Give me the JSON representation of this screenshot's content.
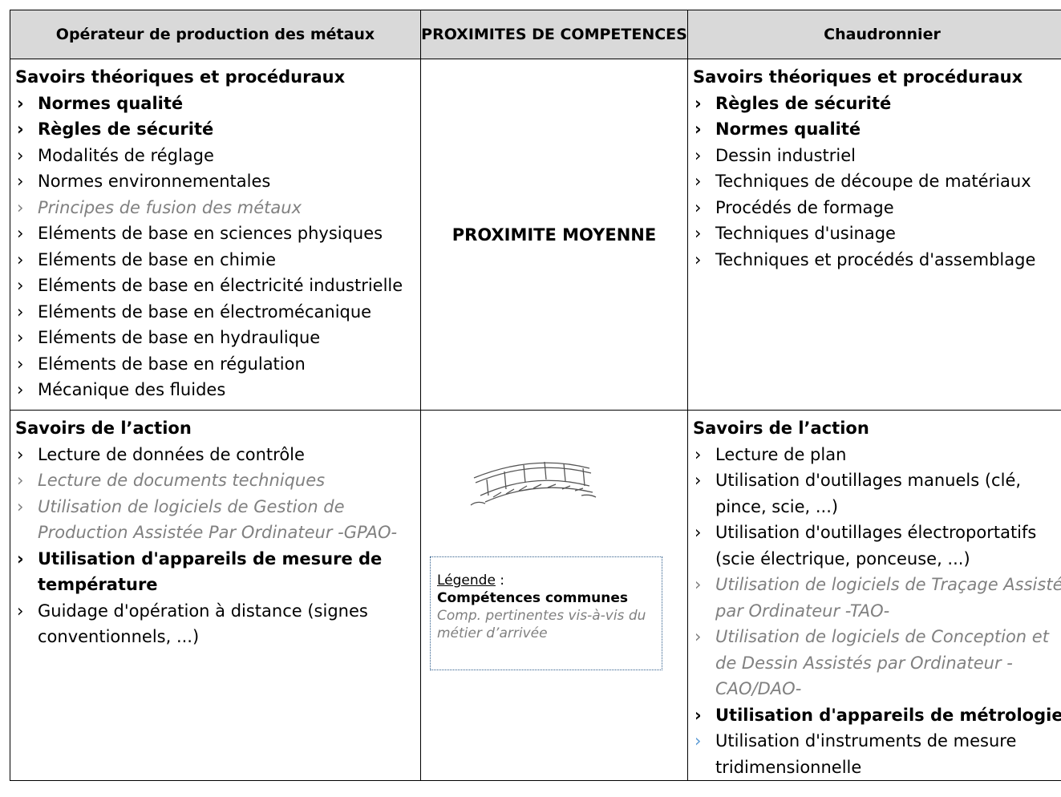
{
  "headers": {
    "left": "Opérateur de production des métaux",
    "middle": "PROXIMITES DE COMPETENCES",
    "right": "Chaudronnier"
  },
  "row1": {
    "left_title": "Savoirs théoriques et procéduraux",
    "left_items": [
      {
        "text": "Normes qualité",
        "style": "bold"
      },
      {
        "text": "Règles de sécurité",
        "style": "bold"
      },
      {
        "text": "Modalités de réglage",
        "style": "normal"
      },
      {
        "text": "Normes environnementales",
        "style": "normal"
      },
      {
        "text": "Principes de fusion des métaux",
        "style": "grey"
      },
      {
        "text": "Eléments de base en sciences physiques",
        "style": "normal"
      },
      {
        "text": "Eléments de base en chimie",
        "style": "normal"
      },
      {
        "text": "Eléments de base en électricité industrielle",
        "style": "normal"
      },
      {
        "text": "Eléments de base en électromécanique",
        "style": "normal"
      },
      {
        "text": "Eléments de base en hydraulique",
        "style": "normal"
      },
      {
        "text": "Eléments de base en régulation",
        "style": "normal"
      },
      {
        "text": "Mécanique des fluides",
        "style": "normal"
      }
    ],
    "middle": "PROXIMITE MOYENNE",
    "right_title": "Savoirs théoriques et procéduraux",
    "right_items": [
      {
        "text": "Règles de sécurité",
        "style": "bold"
      },
      {
        "text": "Normes qualité",
        "style": "bold"
      },
      {
        "text": "Dessin industriel",
        "style": "normal"
      },
      {
        "text": "Techniques de découpe de matériaux",
        "style": "normal"
      },
      {
        "text": "Procédés de formage",
        "style": "normal"
      },
      {
        "text": "Techniques d'usinage",
        "style": "normal"
      },
      {
        "text": "Techniques et procédés d'assemblage",
        "style": "normal"
      }
    ]
  },
  "row2": {
    "left_title": "Savoirs de l’action",
    "left_items": [
      {
        "text": "Lecture de données de contrôle",
        "style": "normal"
      },
      {
        "text": "Lecture de documents techniques",
        "style": "grey"
      },
      {
        "text": "Utilisation de logiciels de Gestion de Production Assistée Par Ordinateur -GPAO-",
        "style": "grey"
      },
      {
        "text": "Utilisation d'appareils de mesure de température",
        "style": "bold"
      },
      {
        "text": "Guidage d'opération à distance (signes conventionnels, ...)",
        "style": "normal"
      }
    ],
    "legend": {
      "label": "Légende",
      "sep": " :",
      "common": "Compétences communes",
      "relevant": "Comp. pertinentes vis-à-vis du métier d’arrivée"
    },
    "right_title": "Savoirs de l’action",
    "right_items": [
      {
        "text": "Lecture de plan",
        "style": "normal"
      },
      {
        "text": "Utilisation d'outillages manuels (clé, pince, scie, ...)",
        "style": "normal"
      },
      {
        "text": "Utilisation d'outillages électroportatifs (scie électrique, ponceuse, ...)",
        "style": "normal"
      },
      {
        "text": "Utilisation de logiciels de Traçage Assisté par Ordinateur -TAO-",
        "style": "grey"
      },
      {
        "text": "Utilisation de logiciels de Conception et de Dessin Assistés par Ordinateur -CAO/DAO-",
        "style": "grey"
      },
      {
        "text": "Utilisation d'appareils de métrologie",
        "style": "bold"
      },
      {
        "text": "Utilisation d'instruments de mesure tridimensionnelle",
        "style": "blue-bullet"
      }
    ]
  },
  "bullet": "›",
  "colors": {
    "header_bg": "#d9d9d9",
    "grey_text": "#808080",
    "blue_bullet": "#5b9bd5",
    "legend_border": "#2e5c8a"
  },
  "icons": {
    "bridge": "bridge-illustration"
  }
}
